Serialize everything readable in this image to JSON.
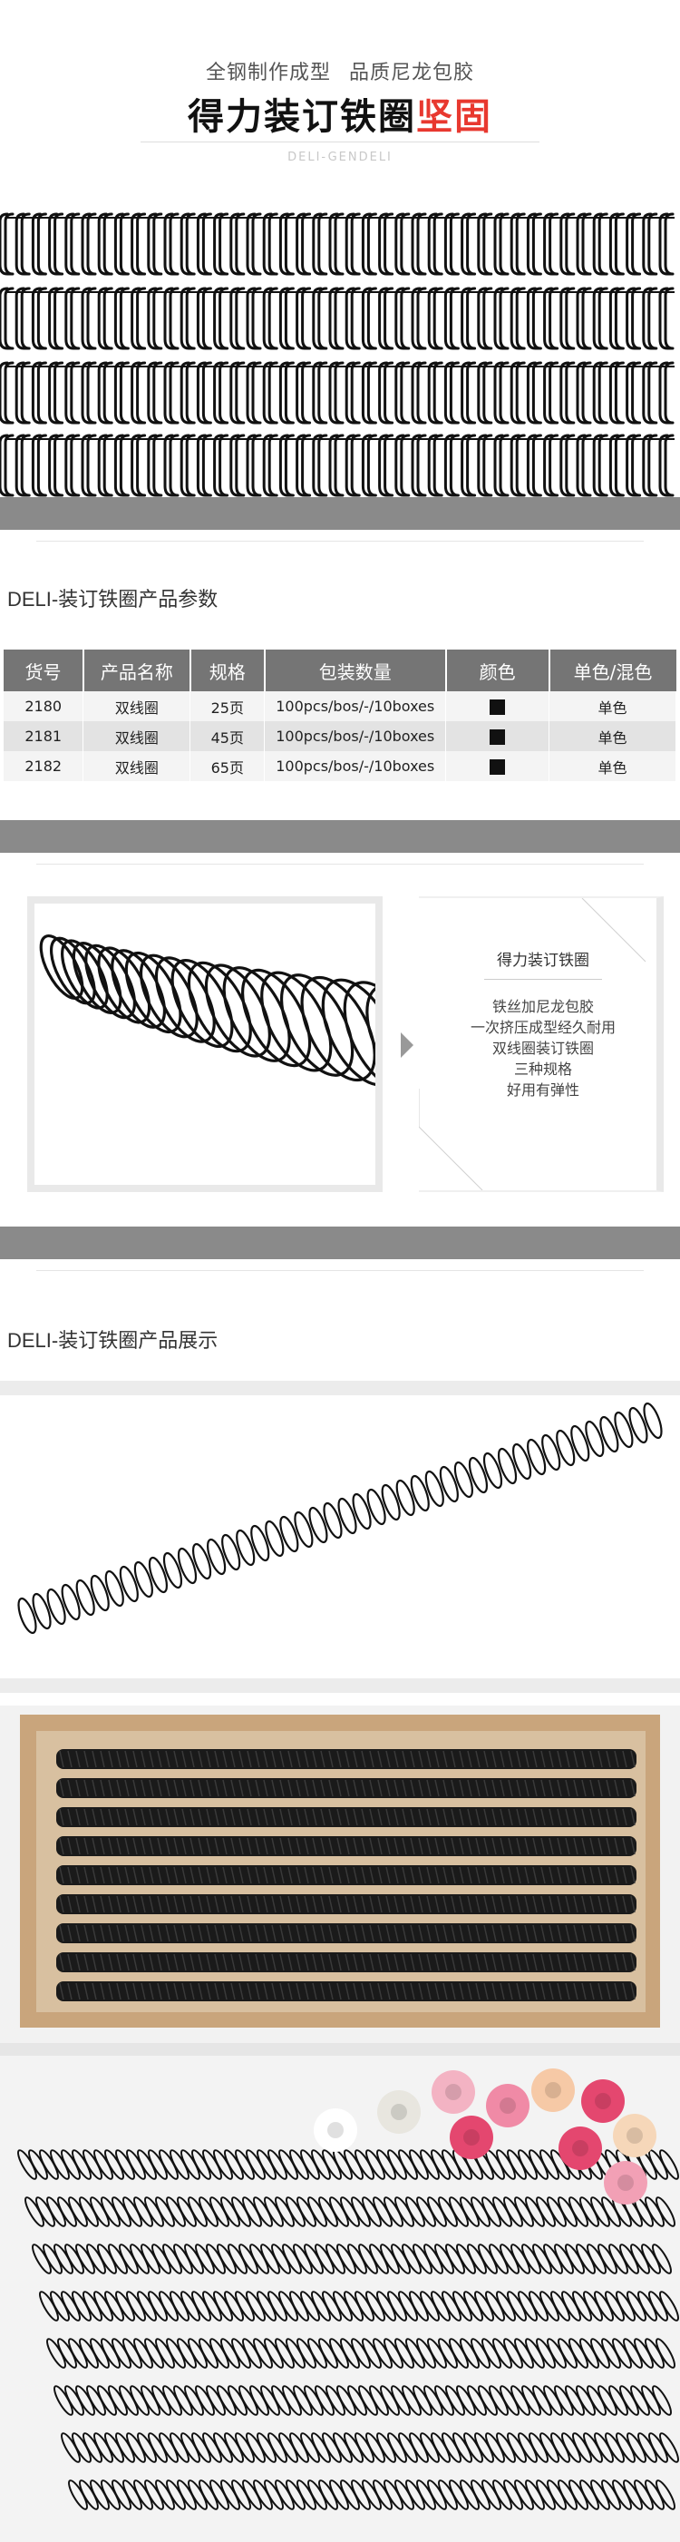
{
  "hero": {
    "subtitle_left": "全钢制作成型",
    "subtitle_right": "品质尼龙包胶",
    "title_main": "得力装订铁圈",
    "title_accent": "坚固",
    "brand": "DELI-GENDELI"
  },
  "spec_section": {
    "title": "DELI-装订铁圈产品参数",
    "columns": [
      "货号",
      "产品名称",
      "规格",
      "包装数量",
      "颜色",
      "单色/混色"
    ],
    "rows": [
      {
        "sku": "2180",
        "name": "双线圈",
        "size": "25页",
        "pack": "100pcs/bos/-/10boxes",
        "color": "black",
        "mode": "单色"
      },
      {
        "sku": "2181",
        "name": "双线圈",
        "size": "45页",
        "pack": "100pcs/bos/-/10boxes",
        "color": "black",
        "mode": "单色"
      },
      {
        "sku": "2182",
        "name": "双线圈",
        "size": "65页",
        "pack": "100pcs/bos/-/10boxes",
        "color": "black",
        "mode": "单色"
      }
    ]
  },
  "feature": {
    "title": "得力装订铁圈",
    "lines": [
      "铁丝加尼龙包胶",
      "一次挤压成型经久耐用",
      "双线圈装订铁圈",
      "三种规格",
      "好用有弹性"
    ]
  },
  "show_section": {
    "title": "DELI-装订铁圈产品展示"
  },
  "colors": {
    "accent": "#e8382f",
    "header_grey": "#757575",
    "bar_grey": "#8a8a8a",
    "coil": "#111111",
    "box_cardboard": "#c9a57c"
  }
}
